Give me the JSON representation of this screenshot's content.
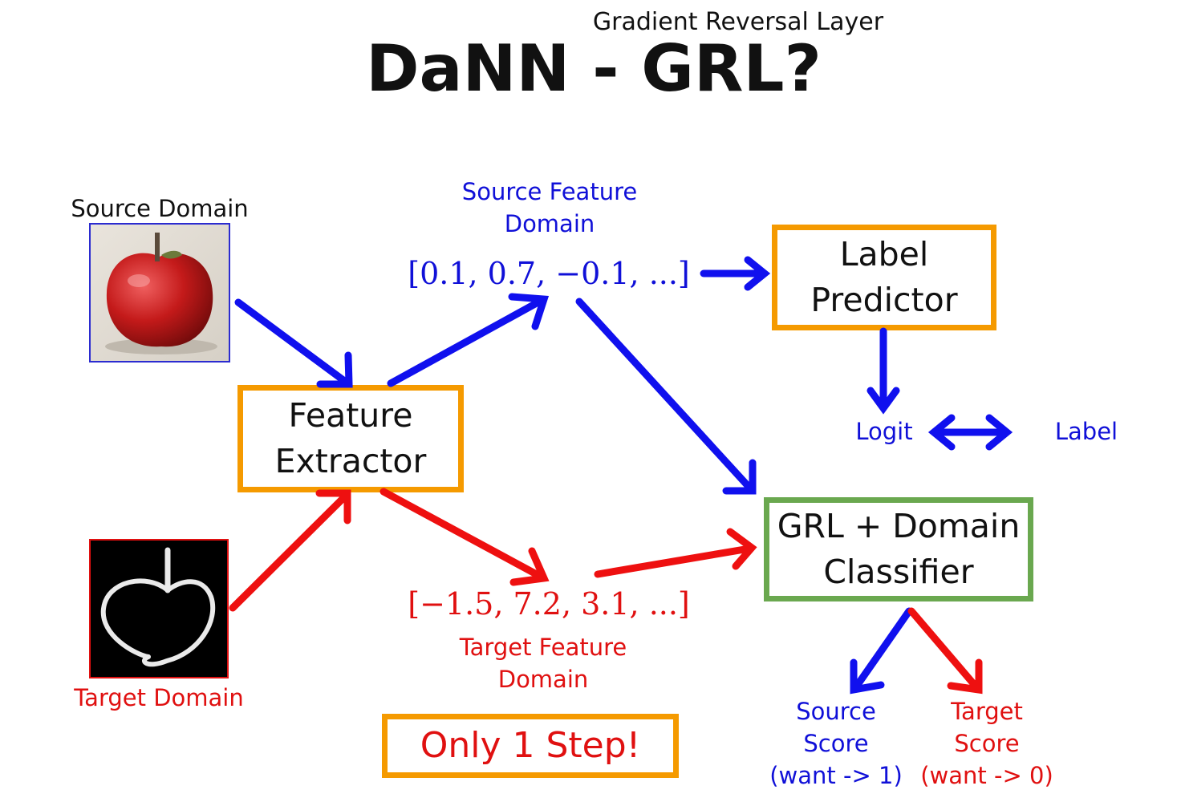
{
  "title": "DaNN - GRL?",
  "subtitle": "Gradient Reversal Layer",
  "source": {
    "label": "Source Domain",
    "feature_label_line1": "Source Feature",
    "feature_label_line2": "Domain",
    "vector": "[0.1, 0.7, −0.1, ...]"
  },
  "target": {
    "label": "Target Domain",
    "feature_label_line1": "Target Feature",
    "feature_label_line2": "Domain",
    "vector": "[−1.5, 7.2, 3.1, ...]"
  },
  "feature_extractor": {
    "line1": "Feature",
    "line2": "Extractor"
  },
  "label_predictor": {
    "line1": "Label",
    "line2": "Predictor"
  },
  "domain_classifier": {
    "line1": "GRL + Domain",
    "line2": "Classifier"
  },
  "logit_label": "Logit",
  "label_label": "Label",
  "source_score": {
    "line1": "Source",
    "line2": "Score",
    "line3": "(want -> 1)"
  },
  "target_score": {
    "line1": "Target",
    "line2": "Score",
    "line3": "(want -> 0)"
  },
  "step_note": "Only 1 Step!",
  "colors": {
    "source": "#1010d8",
    "target": "#e01010",
    "box_orange": "#f59a00",
    "box_green": "#6aa84f"
  }
}
